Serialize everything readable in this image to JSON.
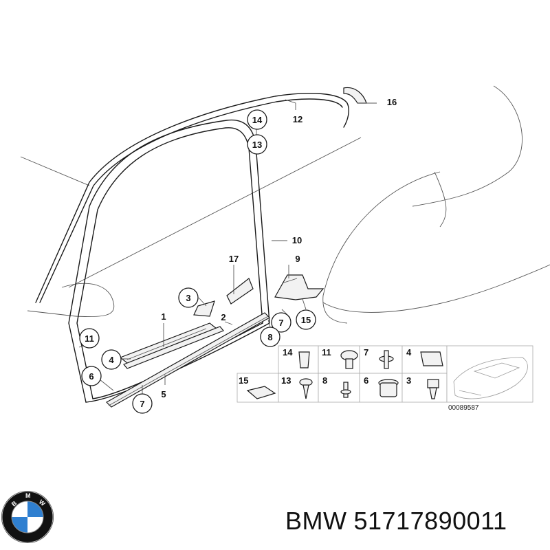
{
  "callouts": [
    {
      "label": "1"
    },
    {
      "label": "2"
    },
    {
      "label": "3"
    },
    {
      "label": "4"
    },
    {
      "label": "5"
    },
    {
      "label": "6"
    },
    {
      "label": "7"
    },
    {
      "label": "7"
    },
    {
      "label": "8"
    },
    {
      "label": "9"
    },
    {
      "label": "10"
    },
    {
      "label": "11"
    },
    {
      "label": "12"
    },
    {
      "label": "13"
    },
    {
      "label": "14"
    },
    {
      "label": "15"
    },
    {
      "label": "16"
    },
    {
      "label": "17"
    }
  ],
  "fastener_grid": {
    "row1": [
      "14",
      "11",
      "7",
      "4"
    ],
    "row2": [
      "15",
      "13",
      "8",
      "6",
      "3"
    ]
  },
  "diagram_code": "00089587",
  "caption": {
    "brand": "BMW",
    "part_number": "51717890011"
  },
  "logo": {
    "letters": "BMW",
    "colors": {
      "blue": "#2f7fd0",
      "white": "#ffffff",
      "ring": "#111111"
    }
  }
}
